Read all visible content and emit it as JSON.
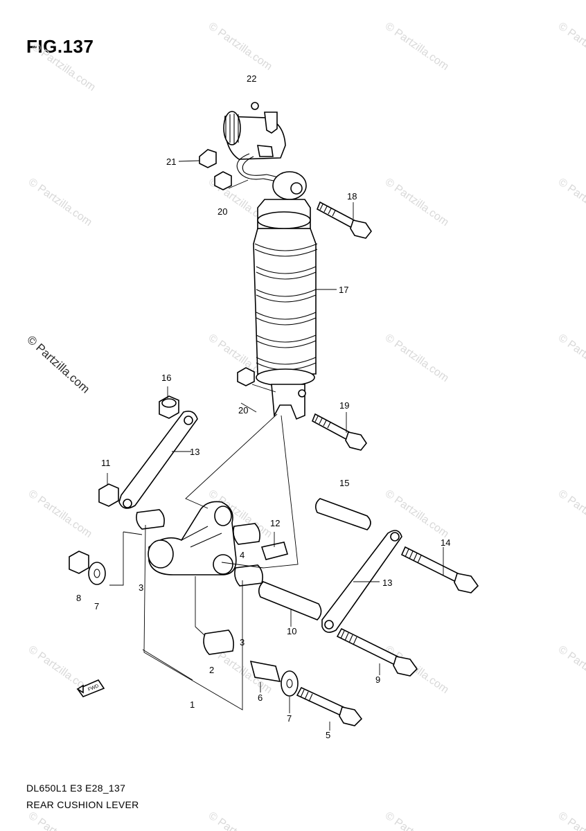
{
  "figure": {
    "title": "FIG.137",
    "footer_code": "DL650L1 E3 E28_137",
    "footer_name": "REAR CUSHION LEVER",
    "watermark": "© Partzilla.com",
    "fwd_label": "FWD"
  },
  "callouts": [
    "22",
    "21",
    "20",
    "18",
    "17",
    "20",
    "19",
    "16",
    "13",
    "11",
    "15",
    "12",
    "4",
    "14",
    "8",
    "7",
    "3",
    "13",
    "3",
    "10",
    "2",
    "9",
    "1",
    "6",
    "7",
    "5"
  ]
}
